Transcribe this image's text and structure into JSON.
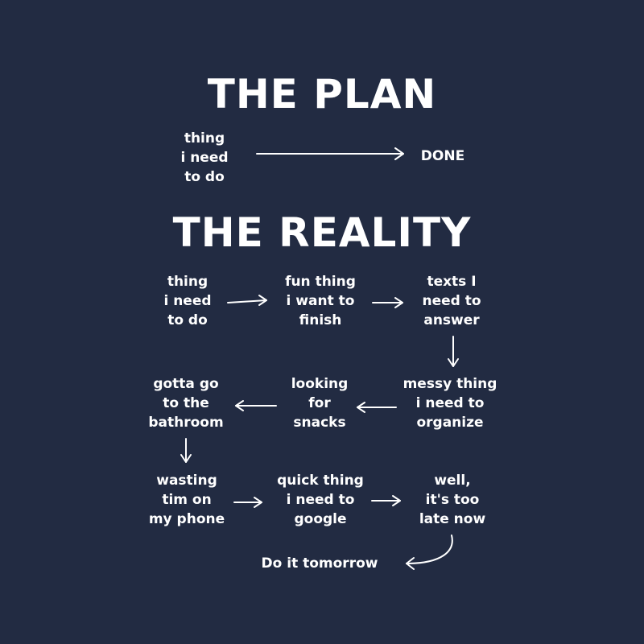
{
  "plan": {
    "title": "THE PLAN",
    "start": [
      "thing",
      "i need",
      "to do"
    ],
    "end": "DONE"
  },
  "reality": {
    "title": "THE REALITY",
    "steps": [
      {
        "lines": [
          "thing",
          "i need",
          "to do"
        ]
      },
      {
        "lines": [
          "fun thing",
          "i want to",
          "finish"
        ]
      },
      {
        "lines": [
          "texts I",
          "need to",
          "answer"
        ]
      },
      {
        "lines": [
          "messy thing",
          "i need to",
          "organize"
        ]
      },
      {
        "lines": [
          "looking",
          "for",
          "snacks"
        ]
      },
      {
        "lines": [
          "gotta go",
          "to the",
          "bathroom"
        ]
      },
      {
        "lines": [
          "wasting",
          "tim on",
          "my phone"
        ]
      },
      {
        "lines": [
          "quick thing",
          "i need to",
          "google"
        ]
      },
      {
        "lines": [
          "well,",
          "it's too",
          "late now"
        ]
      }
    ],
    "final": "Do it tomorrow"
  },
  "colors": {
    "background": "#222b42",
    "foreground": "#ffffff"
  }
}
